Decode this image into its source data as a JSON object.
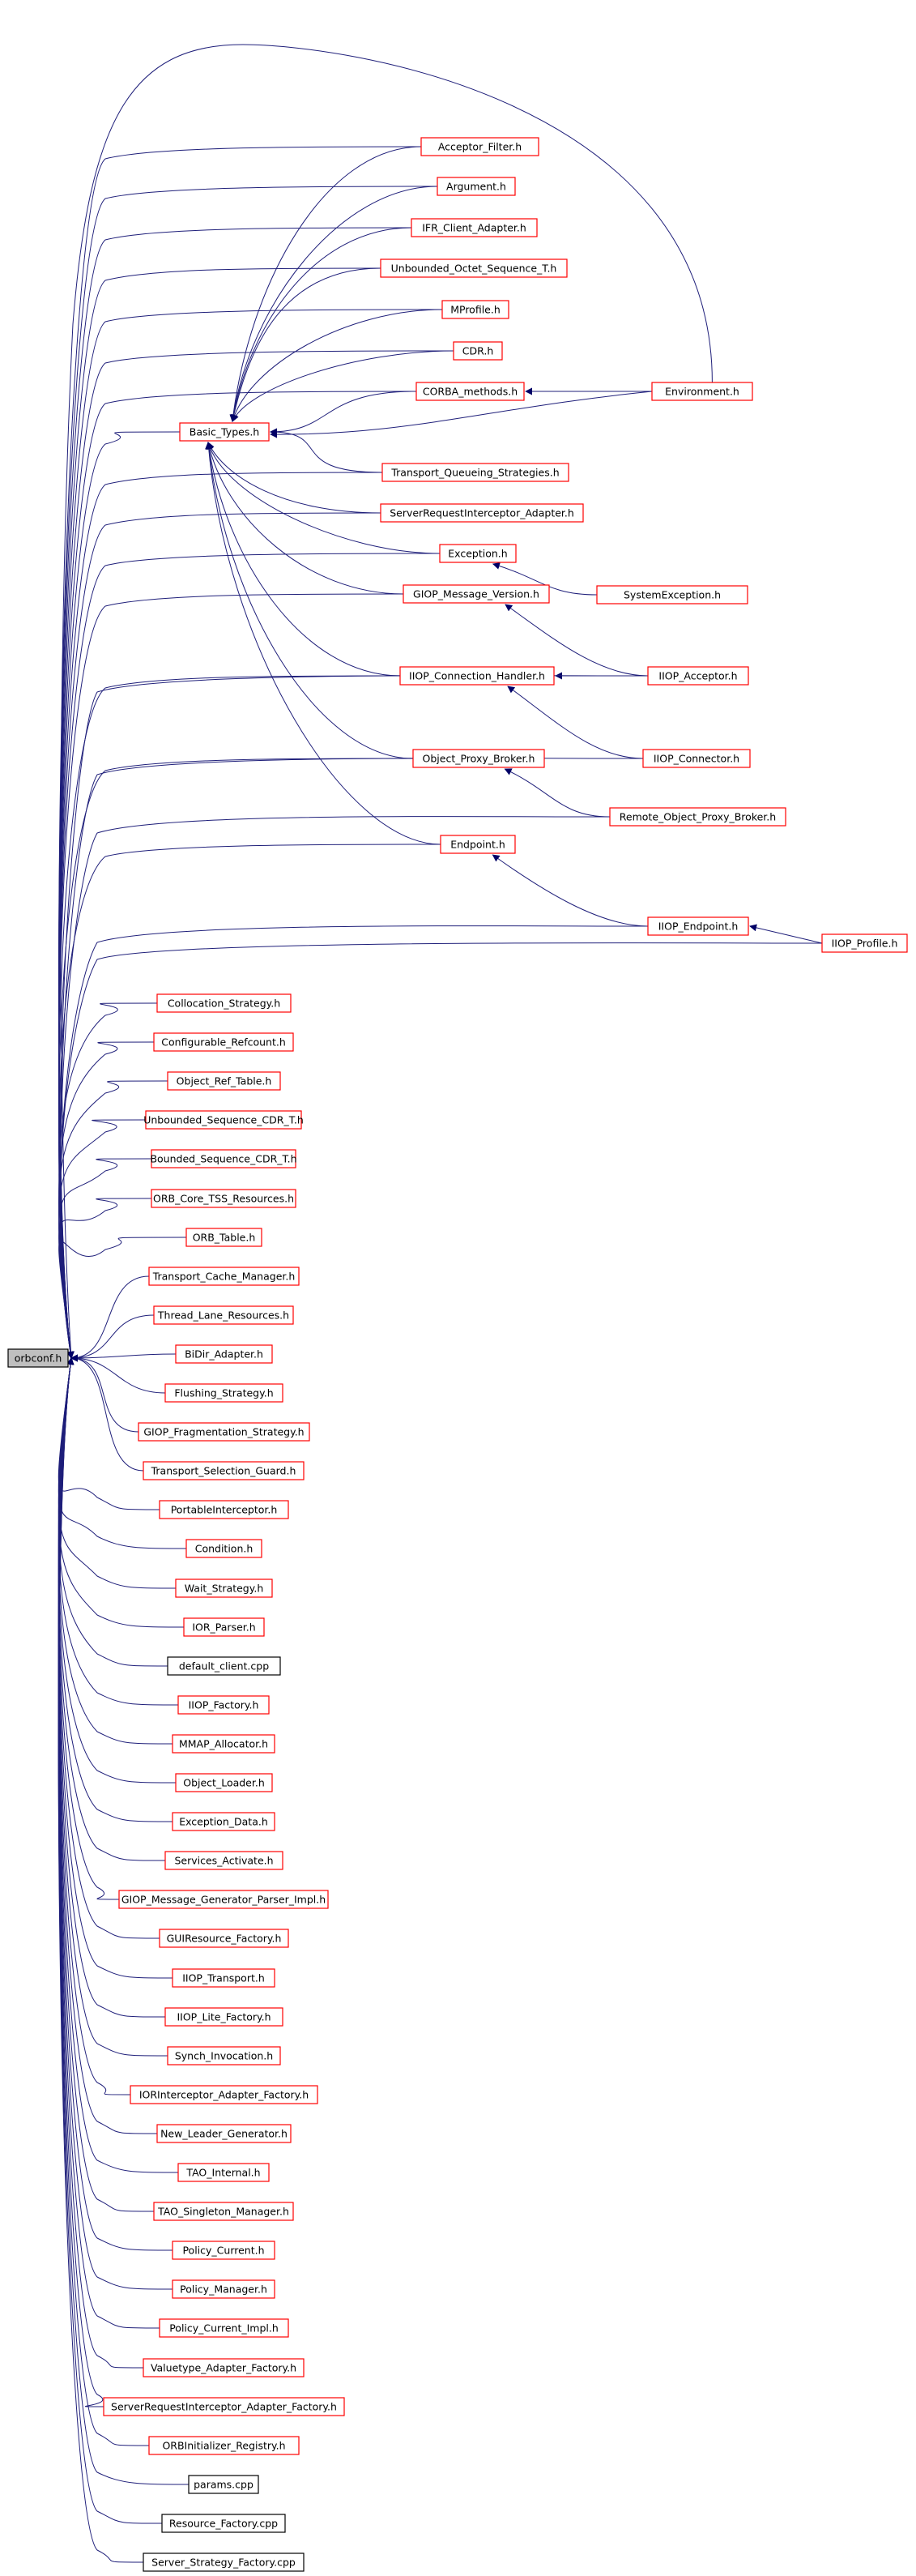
{
  "diagram": {
    "type": "include-dependency-graph",
    "colors": {
      "edge": "#1f1f7a",
      "arrowhead": "#000066",
      "linked_node_border": "#ff0000",
      "plain_node_border": "#000000",
      "root_fill": "#bfbfbf"
    },
    "root": {
      "id": "orbconf",
      "label": "orbconf.h"
    },
    "nodes": [
      {
        "id": "acceptor_filter",
        "label": "Acceptor_Filter.h",
        "border": "red"
      },
      {
        "id": "argument",
        "label": "Argument.h",
        "border": "red"
      },
      {
        "id": "ifr_client_adapter",
        "label": "IFR_Client_Adapter.h",
        "border": "red"
      },
      {
        "id": "unbounded_octet",
        "label": "Unbounded_Octet_Sequence_T.h",
        "border": "red"
      },
      {
        "id": "mprofile",
        "label": "MProfile.h",
        "border": "red"
      },
      {
        "id": "cdr",
        "label": "CDR.h",
        "border": "red"
      },
      {
        "id": "corba_methods",
        "label": "CORBA_methods.h",
        "border": "red"
      },
      {
        "id": "environment",
        "label": "Environment.h",
        "border": "red"
      },
      {
        "id": "basic_types",
        "label": "Basic_Types.h",
        "border": "red"
      },
      {
        "id": "transport_queueing",
        "label": "Transport_Queueing_Strategies.h",
        "border": "red"
      },
      {
        "id": "sri_adapter",
        "label": "ServerRequestInterceptor_Adapter.h",
        "border": "red"
      },
      {
        "id": "exception",
        "label": "Exception.h",
        "border": "red"
      },
      {
        "id": "system_exception",
        "label": "SystemException.h",
        "border": "red"
      },
      {
        "id": "giop_message_version",
        "label": "GIOP_Message_Version.h",
        "border": "red"
      },
      {
        "id": "iiop_connection_handler",
        "label": "IIOP_Connection_Handler.h",
        "border": "red"
      },
      {
        "id": "iiop_acceptor",
        "label": "IIOP_Acceptor.h",
        "border": "red"
      },
      {
        "id": "iiop_connector",
        "label": "IIOP_Connector.h",
        "border": "red"
      },
      {
        "id": "object_proxy_broker",
        "label": "Object_Proxy_Broker.h",
        "border": "red"
      },
      {
        "id": "remote_object_proxy_broker",
        "label": "Remote_Object_Proxy_Broker.h",
        "border": "red"
      },
      {
        "id": "endpoint",
        "label": "Endpoint.h",
        "border": "red"
      },
      {
        "id": "iiop_endpoint",
        "label": "IIOP_Endpoint.h",
        "border": "red"
      },
      {
        "id": "iiop_profile",
        "label": "IIOP_Profile.h",
        "border": "red"
      },
      {
        "id": "collocation_strategy",
        "label": "Collocation_Strategy.h",
        "border": "red"
      },
      {
        "id": "configurable_refcount",
        "label": "Configurable_Refcount.h",
        "border": "red"
      },
      {
        "id": "object_ref_table",
        "label": "Object_Ref_Table.h",
        "border": "red"
      },
      {
        "id": "unbounded_sequence_cdr",
        "label": "Unbounded_Sequence_CDR_T.h",
        "border": "red"
      },
      {
        "id": "bounded_sequence_cdr",
        "label": "Bounded_Sequence_CDR_T.h",
        "border": "red"
      },
      {
        "id": "orb_core_tss",
        "label": "ORB_Core_TSS_Resources.h",
        "border": "red"
      },
      {
        "id": "orb_table",
        "label": "ORB_Table.h",
        "border": "red"
      },
      {
        "id": "transport_cache_manager",
        "label": "Transport_Cache_Manager.h",
        "border": "red"
      },
      {
        "id": "thread_lane_resources",
        "label": "Thread_Lane_Resources.h",
        "border": "red"
      },
      {
        "id": "bidir_adapter",
        "label": "BiDir_Adapter.h",
        "border": "red"
      },
      {
        "id": "flushing_strategy",
        "label": "Flushing_Strategy.h",
        "border": "red"
      },
      {
        "id": "giop_fragmentation",
        "label": "GIOP_Fragmentation_Strategy.h",
        "border": "red"
      },
      {
        "id": "transport_selection_guard",
        "label": "Transport_Selection_Guard.h",
        "border": "red"
      },
      {
        "id": "portable_interceptor",
        "label": "PortableInterceptor.h",
        "border": "red"
      },
      {
        "id": "condition",
        "label": "Condition.h",
        "border": "red"
      },
      {
        "id": "wait_strategy",
        "label": "Wait_Strategy.h",
        "border": "red"
      },
      {
        "id": "ior_parser",
        "label": "IOR_Parser.h",
        "border": "red"
      },
      {
        "id": "default_client",
        "label": "default_client.cpp",
        "border": "black"
      },
      {
        "id": "iiop_factory",
        "label": "IIOP_Factory.h",
        "border": "red"
      },
      {
        "id": "mmap_allocator",
        "label": "MMAP_Allocator.h",
        "border": "red"
      },
      {
        "id": "object_loader",
        "label": "Object_Loader.h",
        "border": "red"
      },
      {
        "id": "exception_data",
        "label": "Exception_Data.h",
        "border": "red"
      },
      {
        "id": "services_activate",
        "label": "Services_Activate.h",
        "border": "red"
      },
      {
        "id": "giop_generator_parser",
        "label": "GIOP_Message_Generator_Parser_Impl.h",
        "border": "red"
      },
      {
        "id": "guiresource_factory",
        "label": "GUIResource_Factory.h",
        "border": "red"
      },
      {
        "id": "iiop_transport",
        "label": "IIOP_Transport.h",
        "border": "red"
      },
      {
        "id": "iiop_lite_factory",
        "label": "IIOP_Lite_Factory.h",
        "border": "red"
      },
      {
        "id": "synch_invocation",
        "label": "Synch_Invocation.h",
        "border": "red"
      },
      {
        "id": "iorinterceptor_adapter_factory",
        "label": "IORInterceptor_Adapter_Factory.h",
        "border": "red"
      },
      {
        "id": "new_leader_generator",
        "label": "New_Leader_Generator.h",
        "border": "red"
      },
      {
        "id": "tao_internal",
        "label": "TAO_Internal.h",
        "border": "red"
      },
      {
        "id": "tao_singleton_manager",
        "label": "TAO_Singleton_Manager.h",
        "border": "red"
      },
      {
        "id": "policy_current",
        "label": "Policy_Current.h",
        "border": "red"
      },
      {
        "id": "policy_manager",
        "label": "Policy_Manager.h",
        "border": "red"
      },
      {
        "id": "policy_current_impl",
        "label": "Policy_Current_Impl.h",
        "border": "red"
      },
      {
        "id": "valuetype_adapter_factory",
        "label": "Valuetype_Adapter_Factory.h",
        "border": "red"
      },
      {
        "id": "sri_adapter_factory",
        "label": "ServerRequestInterceptor_Adapter_Factory.h",
        "border": "red"
      },
      {
        "id": "orbinitializer_registry",
        "label": "ORBInitializer_Registry.h",
        "border": "red"
      },
      {
        "id": "params_cpp",
        "label": "params.cpp",
        "border": "black"
      },
      {
        "id": "resource_factory_cpp",
        "label": "Resource_Factory.cpp",
        "border": "black"
      },
      {
        "id": "server_strategy_factory_cpp",
        "label": "Server_Strategy_Factory.cpp",
        "border": "black"
      }
    ],
    "edges": [
      [
        "environment",
        "orbconf"
      ],
      [
        "acceptor_filter",
        "orbconf"
      ],
      [
        "acceptor_filter",
        "basic_types"
      ],
      [
        "argument",
        "orbconf"
      ],
      [
        "argument",
        "basic_types"
      ],
      [
        "ifr_client_adapter",
        "orbconf"
      ],
      [
        "ifr_client_adapter",
        "basic_types"
      ],
      [
        "unbounded_octet",
        "orbconf"
      ],
      [
        "unbounded_octet",
        "basic_types"
      ],
      [
        "mprofile",
        "orbconf"
      ],
      [
        "mprofile",
        "basic_types"
      ],
      [
        "cdr",
        "orbconf"
      ],
      [
        "cdr",
        "basic_types"
      ],
      [
        "corba_methods",
        "orbconf"
      ],
      [
        "corba_methods",
        "basic_types"
      ],
      [
        "environment",
        "corba_methods"
      ],
      [
        "environment",
        "basic_types"
      ],
      [
        "basic_types",
        "orbconf"
      ],
      [
        "transport_queueing",
        "orbconf"
      ],
      [
        "transport_queueing",
        "basic_types"
      ],
      [
        "sri_adapter",
        "orbconf"
      ],
      [
        "sri_adapter",
        "basic_types"
      ],
      [
        "exception",
        "orbconf"
      ],
      [
        "exception",
        "basic_types"
      ],
      [
        "system_exception",
        "exception"
      ],
      [
        "giop_message_version",
        "orbconf"
      ],
      [
        "giop_message_version",
        "basic_types"
      ],
      [
        "iiop_acceptor",
        "giop_message_version"
      ],
      [
        "iiop_connection_handler",
        "orbconf"
      ],
      [
        "iiop_connection_handler",
        "basic_types"
      ],
      [
        "iiop_acceptor",
        "iiop_connection_handler"
      ],
      [
        "iiop_connector",
        "iiop_connection_handler"
      ],
      [
        "iiop_acceptor",
        "orbconf"
      ],
      [
        "iiop_connector",
        "orbconf"
      ],
      [
        "object_proxy_broker",
        "orbconf"
      ],
      [
        "object_proxy_broker",
        "basic_types"
      ],
      [
        "remote_object_proxy_broker",
        "object_proxy_broker"
      ],
      [
        "remote_object_proxy_broker",
        "orbconf"
      ],
      [
        "endpoint",
        "orbconf"
      ],
      [
        "endpoint",
        "basic_types"
      ],
      [
        "iiop_endpoint",
        "endpoint"
      ],
      [
        "iiop_endpoint",
        "orbconf"
      ],
      [
        "iiop_profile",
        "iiop_endpoint"
      ],
      [
        "iiop_profile",
        "orbconf"
      ],
      [
        "collocation_strategy",
        "orbconf"
      ],
      [
        "configurable_refcount",
        "orbconf"
      ],
      [
        "object_ref_table",
        "orbconf"
      ],
      [
        "unbounded_sequence_cdr",
        "orbconf"
      ],
      [
        "bounded_sequence_cdr",
        "orbconf"
      ],
      [
        "orb_core_tss",
        "orbconf"
      ],
      [
        "orb_table",
        "orbconf"
      ],
      [
        "transport_cache_manager",
        "orbconf"
      ],
      [
        "thread_lane_resources",
        "orbconf"
      ],
      [
        "bidir_adapter",
        "orbconf"
      ],
      [
        "flushing_strategy",
        "orbconf"
      ],
      [
        "giop_fragmentation",
        "orbconf"
      ],
      [
        "transport_selection_guard",
        "orbconf"
      ],
      [
        "portable_interceptor",
        "orbconf"
      ],
      [
        "condition",
        "orbconf"
      ],
      [
        "wait_strategy",
        "orbconf"
      ],
      [
        "ior_parser",
        "orbconf"
      ],
      [
        "default_client",
        "orbconf"
      ],
      [
        "iiop_factory",
        "orbconf"
      ],
      [
        "mmap_allocator",
        "orbconf"
      ],
      [
        "object_loader",
        "orbconf"
      ],
      [
        "exception_data",
        "orbconf"
      ],
      [
        "services_activate",
        "orbconf"
      ],
      [
        "giop_generator_parser",
        "orbconf"
      ],
      [
        "guiresource_factory",
        "orbconf"
      ],
      [
        "iiop_transport",
        "orbconf"
      ],
      [
        "iiop_lite_factory",
        "orbconf"
      ],
      [
        "synch_invocation",
        "orbconf"
      ],
      [
        "iorinterceptor_adapter_factory",
        "orbconf"
      ],
      [
        "new_leader_generator",
        "orbconf"
      ],
      [
        "tao_internal",
        "orbconf"
      ],
      [
        "tao_singleton_manager",
        "orbconf"
      ],
      [
        "policy_current",
        "orbconf"
      ],
      [
        "policy_manager",
        "orbconf"
      ],
      [
        "policy_current_impl",
        "orbconf"
      ],
      [
        "valuetype_adapter_factory",
        "orbconf"
      ],
      [
        "sri_adapter_factory",
        "orbconf"
      ],
      [
        "orbinitializer_registry",
        "orbconf"
      ],
      [
        "params_cpp",
        "orbconf"
      ],
      [
        "resource_factory_cpp",
        "orbconf"
      ],
      [
        "server_strategy_factory_cpp",
        "orbconf"
      ]
    ]
  }
}
